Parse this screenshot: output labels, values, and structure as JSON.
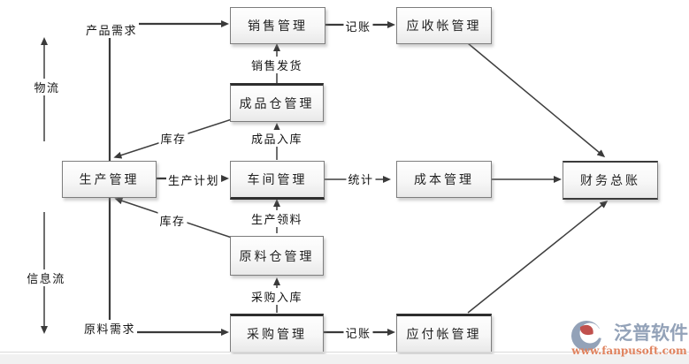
{
  "diagram": {
    "flows": {
      "material_flow": "物流",
      "information_flow": "信息流"
    },
    "nodes": {
      "production": "生产管理",
      "sales": "销售管理",
      "receivable": "应收帐管理",
      "finished_goods_warehouse": "成品仓管理",
      "workshop": "车间管理",
      "cost": "成本管理",
      "general_ledger": "财务总账",
      "raw_material_warehouse": "原料仓管理",
      "purchase": "采购管理",
      "payable": "应付帐管理"
    },
    "edge_labels": {
      "product_demand": "产品需求",
      "bookkeeping_top": "记账",
      "sales_delivery": "销售发货",
      "stock_upper": "库存",
      "finished_goods_inbound": "成品入库",
      "production_plan": "生产计划",
      "statistics": "统计",
      "stock_lower": "库存",
      "production_picking": "生产领料",
      "purchase_inbound": "采购入库",
      "raw_material_demand": "原料需求",
      "bookkeeping_bottom": "记账"
    },
    "line_color": "#3f3f3f"
  },
  "watermark": {
    "brand": "泛普软件",
    "url": "www.fanpusoft.com",
    "brand_color": "#93a2b8",
    "url_color": "#e0835f",
    "logo_accent_color": "#c0504d"
  }
}
